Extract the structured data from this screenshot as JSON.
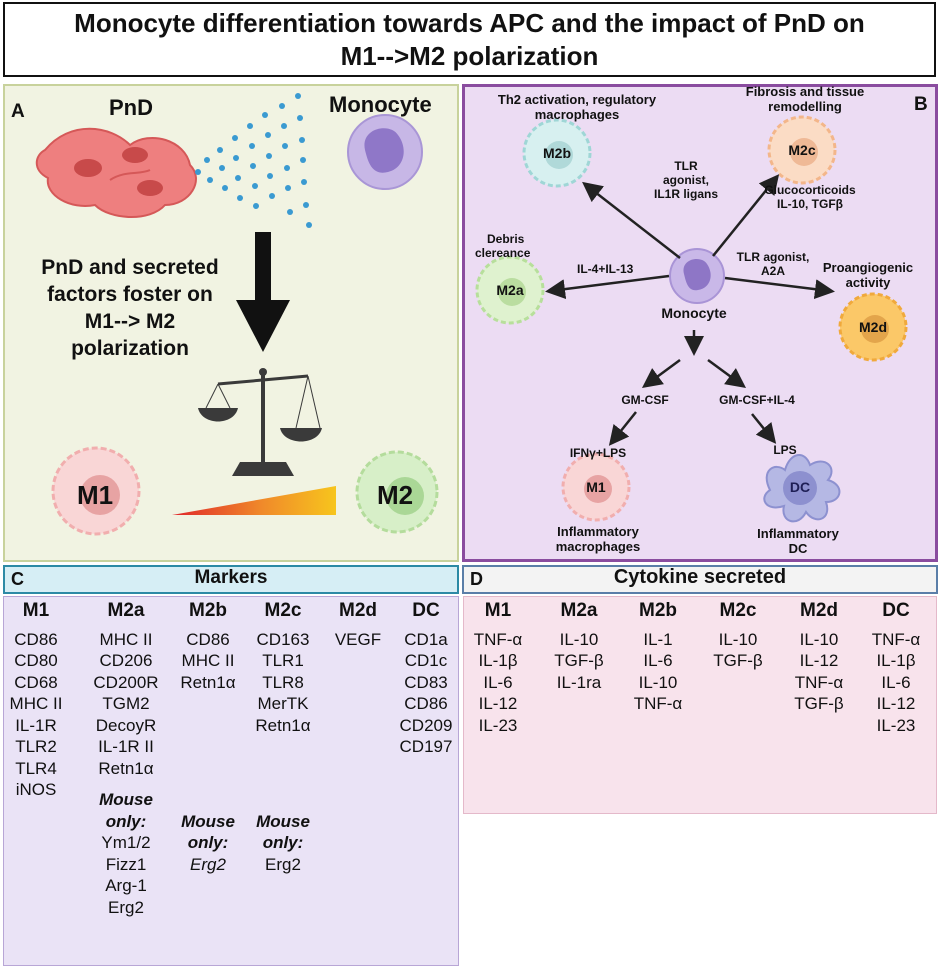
{
  "title": {
    "line1": "Monocyte differentiation towards APC and the impact of PnD on",
    "line2": "M1-->M2 polarization"
  },
  "panel_a": {
    "letter": "A",
    "pnd_label": "PnD",
    "monocyte_label": "Monocyte",
    "caption_lines": [
      "PnD and secreted",
      "factors foster on",
      "M1--> M2",
      "polarization"
    ],
    "m1": "M1",
    "m2": "M2"
  },
  "panel_b": {
    "letter": "B",
    "center": "Monocyte",
    "m2b_desc": [
      "Th2 activation, regulatory",
      "macrophages"
    ],
    "m2b": "M2b",
    "tlr_lines": [
      "TLR",
      "agonist,",
      "IL1R ligans"
    ],
    "m2c_desc": [
      "Fibrosis and tissue",
      "remodelling"
    ],
    "m2c": "M2c",
    "gluco_lines": [
      "Glucocorticoids",
      "IL-10, TGFβ"
    ],
    "m2a_desc": [
      "Debris",
      "clereance"
    ],
    "m2a": "M2a",
    "il4": "IL-4+IL-13",
    "tlr_a2a": [
      "TLR agonist,",
      "A2A"
    ],
    "m2d_desc": [
      "Proangiogenic",
      "activity"
    ],
    "m2d": "M2d",
    "gmcsf": "GM-CSF",
    "gmcsf_il4": "GM-CSF+IL-4",
    "ifn": "IFNγ+LPS",
    "lps": "LPS",
    "m1": "M1",
    "dc": "DC",
    "m1_desc": [
      "Inflammatory",
      "macrophages"
    ],
    "dc_desc": [
      "Inflammatory",
      "DC"
    ]
  },
  "panel_c": {
    "letter": "C",
    "title": "Markers",
    "columns": [
      {
        "header": "M1",
        "items": [
          "CD86",
          "CD80",
          "CD68",
          "MHC II",
          "IL-1R",
          "TLR2",
          "TLR4",
          "iNOS"
        ]
      },
      {
        "header": "M2a",
        "items": [
          "MHC II",
          "CD206",
          "CD200R",
          "TGM2",
          "DecoyR",
          "IL-1R II",
          "Retn1α"
        ],
        "mouse_label": [
          "Mouse",
          "only:"
        ],
        "mouse_items": [
          "Ym1/2",
          "Fizz1",
          "Arg-1",
          "Erg2"
        ]
      },
      {
        "header": "M2b",
        "items": [
          "CD86",
          "MHC II",
          "Retn1α"
        ],
        "mouse_label": [
          "Mouse",
          "only:"
        ],
        "mouse_items": [
          "Erg2"
        ]
      },
      {
        "header": "M2c",
        "items": [
          "CD163",
          "TLR1",
          "TLR8",
          "MerTK",
          "Retn1α"
        ],
        "mouse_label": [
          "Mouse",
          "only:"
        ],
        "mouse_items": [
          "Erg2"
        ]
      },
      {
        "header": "M2d",
        "items": [
          "VEGF"
        ]
      },
      {
        "header": "DC",
        "items": [
          "CD1a",
          "CD1c",
          "CD83",
          "CD86",
          "CD209",
          "CD197"
        ]
      }
    ]
  },
  "panel_d": {
    "letter": "D",
    "title": "Cytokine secreted",
    "columns": [
      {
        "header": "M1",
        "items": [
          "TNF-α",
          "IL-1β",
          "IL-6",
          "IL-12",
          "IL-23"
        ]
      },
      {
        "header": "M2a",
        "items": [
          "IL-10",
          "TGF-β",
          "IL-1ra"
        ]
      },
      {
        "header": "M2b",
        "items": [
          "IL-1",
          "IL-6",
          "IL-10",
          "TNF-α"
        ]
      },
      {
        "header": "M2c",
        "items": [
          "IL-10",
          "TGF-β"
        ]
      },
      {
        "header": "M2d",
        "items": [
          "IL-10",
          "IL-12",
          "TNF-α",
          "TGF-β"
        ]
      },
      {
        "header": "DC",
        "items": [
          "TNF-α",
          "IL-1β",
          "IL-6",
          "IL-12",
          "IL-23"
        ]
      }
    ]
  },
  "colors": {
    "panel_a_bg": "#f1f3e2",
    "panel_b_bg": "#ecdcf3",
    "panel_b_border": "#8a4c9f",
    "panel_c_bg": "#eae3f6",
    "panel_d_bg": "#f8e3ec"
  }
}
